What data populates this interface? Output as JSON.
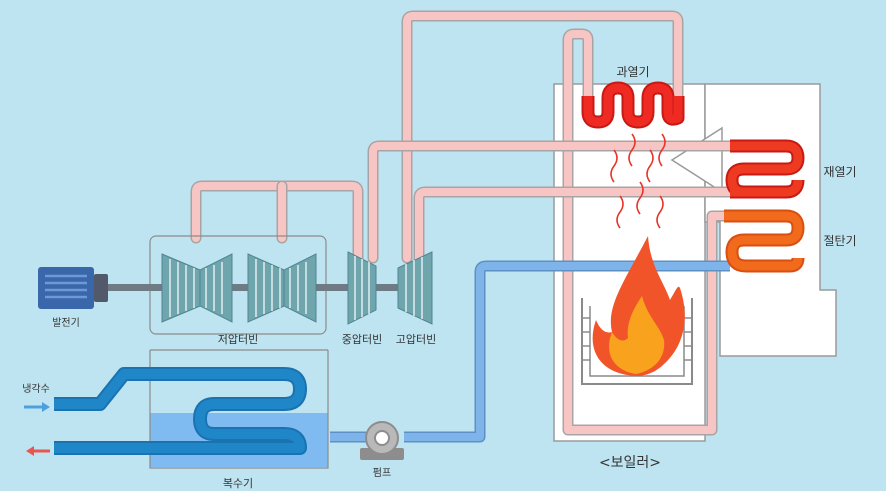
{
  "labels": {
    "generator": "발전기",
    "lp_turbine": "저압터빈",
    "ip_turbine": "중압터빈",
    "hp_turbine": "고압터빈",
    "condenser": "복수기",
    "cooling_water": "냉각수",
    "pump": "펌프",
    "superheater": "과열기",
    "reheater": "재열기",
    "economizer": "절탄기",
    "boiler": "<보일러>"
  },
  "colors": {
    "background": "#bfe4f1",
    "steam_pipe": "#f7c6c4",
    "water_pipe": "#7fb4ea",
    "cooling_pipe": "#1f86c8",
    "superheater": "#ef2a22",
    "reheater": "#ef3a22",
    "economizer": "#f26a1c",
    "flame_outer": "#f2542a",
    "flame_inner": "#f9a21e"
  }
}
